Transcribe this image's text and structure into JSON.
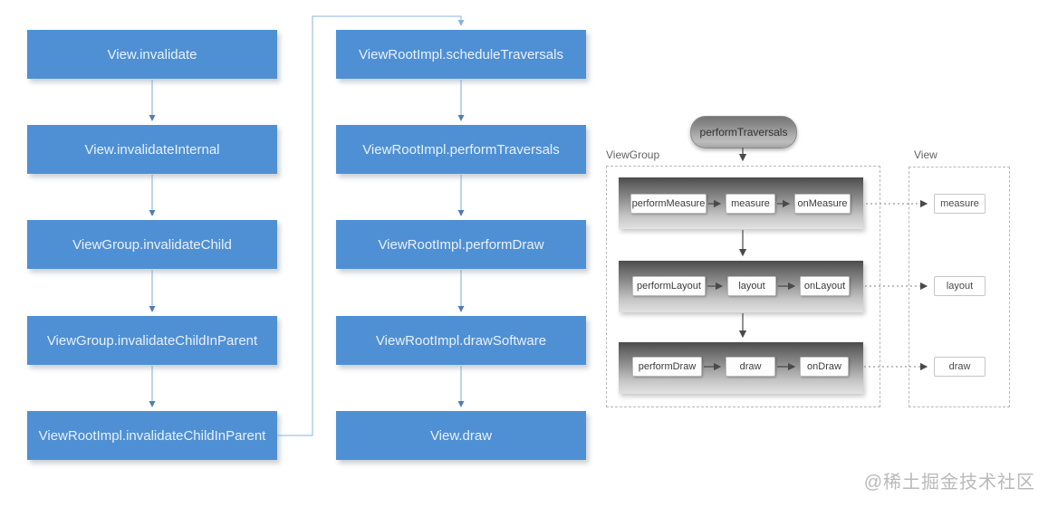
{
  "colors": {
    "flow_box_blue": "#4f90d4",
    "flow_box_text": "#e9f1fb",
    "flow_arrow_blue": "#5b9bd5",
    "connector_blue": "#8ab4dd",
    "gray_arrow": "#4a4a4a",
    "dashed_border_gray": "#b8b8b8",
    "dotted_line_gray": "#9a9a9a"
  },
  "invalidate_flow": {
    "boxes": [
      "View.invalidate",
      "View.invalidateInternal",
      "ViewGroup.invalidateChild",
      "ViewGroup.invalidateChildInParent",
      "ViewRootImpl.invalidateChildInParent"
    ]
  },
  "traversal_flow": {
    "boxes": [
      "ViewRootImpl.scheduleTraversals",
      "ViewRootImpl.performTraversals",
      "ViewRootImpl.performDraw",
      "ViewRootImpl.drawSoftware",
      "View.draw"
    ]
  },
  "traversal_detail": {
    "entry_label": "performTraversals",
    "viewgroup": {
      "label": "ViewGroup",
      "rows": [
        {
          "cells": [
            "performMeasure",
            "measure",
            "onMeasure"
          ]
        },
        {
          "cells": [
            "performLayout",
            "layout",
            "onLayout"
          ]
        },
        {
          "cells": [
            "performDraw",
            "draw",
            "onDraw"
          ]
        }
      ]
    },
    "view": {
      "label": "View",
      "items": [
        "measure",
        "layout",
        "draw"
      ]
    }
  },
  "watermark": "@稀土掘金技术社区"
}
